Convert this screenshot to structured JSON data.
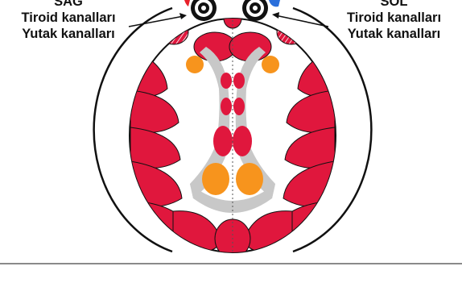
{
  "labels": {
    "right": {
      "side": "SAĞ",
      "line1": "Tiroid kanalları",
      "line2": "Yutak kanalları"
    },
    "left": {
      "side": "SOL",
      "line1": "Tiroid kanalları",
      "line2": "Yutak kanalları"
    }
  },
  "colors": {
    "muscle": "#e0173d",
    "bone": "#c8c8c8",
    "gland": "#f7941d",
    "outline": "#111111",
    "accent_red": "#e8212a",
    "accent_blue": "#2a6fdb"
  }
}
